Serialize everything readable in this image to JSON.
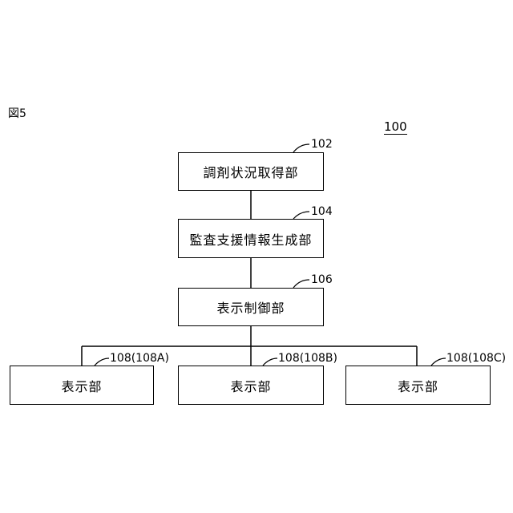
{
  "figure_label": "図5",
  "system_ref": "100",
  "nodes": {
    "acquire": {
      "label": "調剤状況取得部",
      "ref": "102"
    },
    "support": {
      "label": "監査支援情報生成部",
      "ref": "104"
    },
    "control": {
      "label": "表示制御部",
      "ref": "106"
    },
    "display_a": {
      "label": "表示部",
      "ref": "108(108A)"
    },
    "display_b": {
      "label": "表示部",
      "ref": "108(108B)"
    },
    "display_c": {
      "label": "表示部",
      "ref": "108(108C)"
    }
  }
}
